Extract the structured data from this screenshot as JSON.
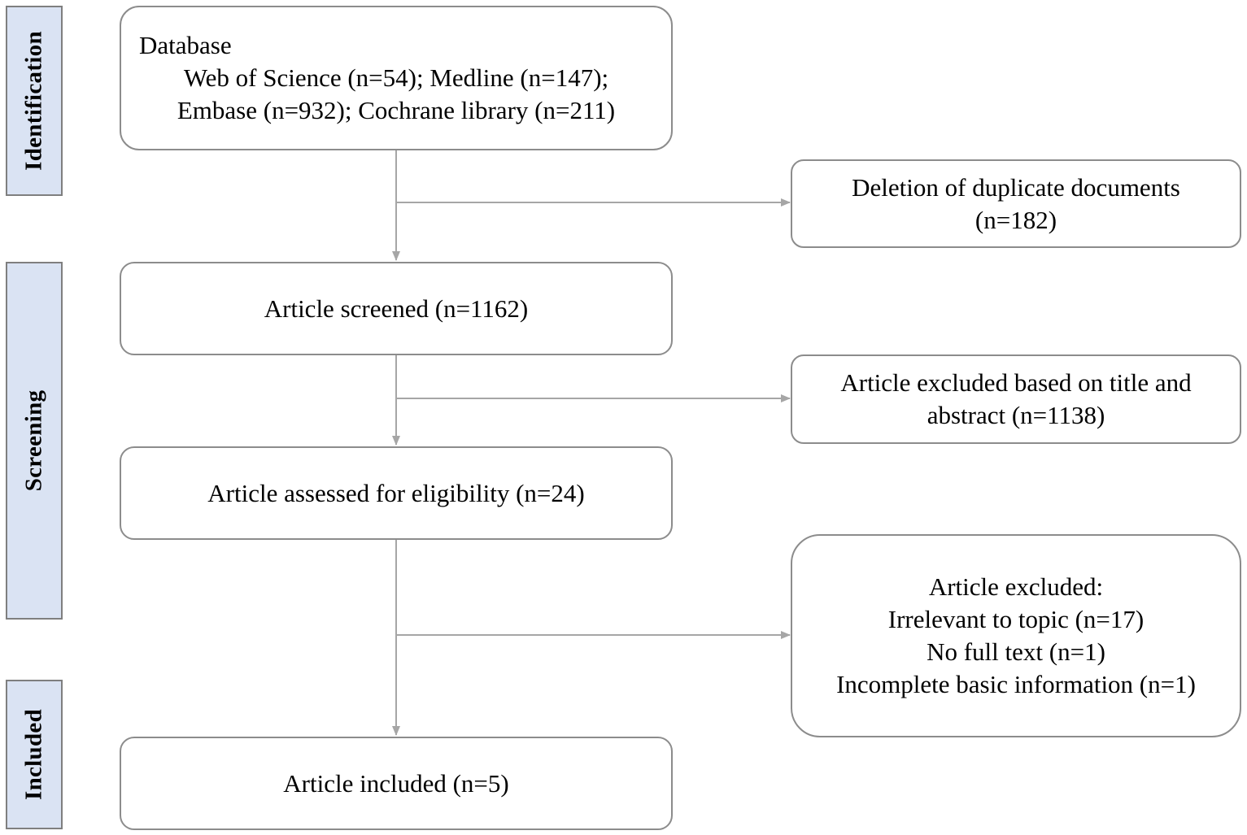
{
  "stages": [
    {
      "id": "identification",
      "label": "Identification"
    },
    {
      "id": "screening",
      "label": "Screening"
    },
    {
      "id": "included",
      "label": "Included"
    }
  ],
  "boxes": {
    "database": {
      "lines": [
        "Database",
        "Web of Science (n=54); Medline (n=147);",
        "Embase (n=932);  Cochrane library (n=211)"
      ]
    },
    "duplicates": {
      "lines": [
        "Deletion of duplicate documents",
        "(n=182)"
      ]
    },
    "screened": {
      "lines": [
        "Article screened (n=1162)"
      ]
    },
    "title_abstract_excluded": {
      "lines": [
        "Article excluded based on title and",
        "abstract (n=1138)"
      ]
    },
    "eligibility": {
      "lines": [
        "Article assessed for eligibility (n=24)"
      ]
    },
    "fulltext_excluded": {
      "lines": [
        "Article excluded:",
        "Irrelevant to topic (n=17)",
        "No full text (n=1)",
        "Incomplete basic information (n=1)"
      ]
    },
    "included": {
      "lines": [
        "Article included (n=5)"
      ]
    }
  },
  "colors": {
    "stage_fill": "#dae3f3",
    "stage_border": "#7f7f7f",
    "box_border": "#8c8c8c",
    "connector": "#a6a6a6"
  }
}
